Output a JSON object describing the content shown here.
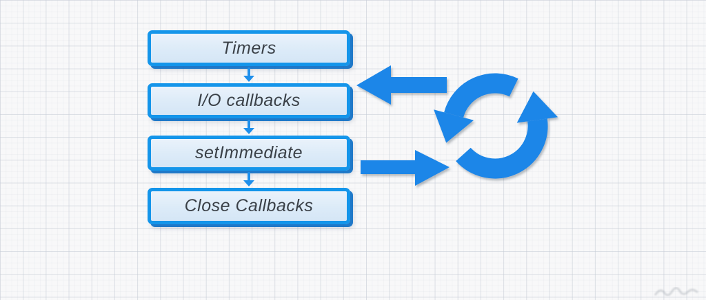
{
  "diagram": {
    "kind": "event-loop-flowchart",
    "boxes": [
      {
        "label": "Timers"
      },
      {
        "label": "I/O callbacks"
      },
      {
        "label": "setImmediate"
      },
      {
        "label": "Close Callbacks"
      }
    ],
    "icons": [
      {
        "name": "down-arrow-icon",
        "meaning": "flow from Timers to I/O callbacks"
      },
      {
        "name": "down-arrow-icon",
        "meaning": "flow from I/O callbacks to setImmediate"
      },
      {
        "name": "down-arrow-icon",
        "meaning": "flow from setImmediate to Close Callbacks"
      },
      {
        "name": "left-arrow-icon",
        "meaning": "flow from loop into I/O callbacks"
      },
      {
        "name": "right-arrow-icon",
        "meaning": "flow from setImmediate into loop"
      },
      {
        "name": "sync-loop-icon",
        "meaning": "event loop cycle"
      },
      {
        "name": "watermark-smudge",
        "meaning": "faint illegible signature watermark"
      }
    ],
    "colors": {
      "background": "#f8f8f9",
      "grid_line": "#bec4cf",
      "box_border": "#1495ea",
      "box_fill_top": "#eaf2fb",
      "box_fill_bottom": "#d5e6f6",
      "box_shadow": "#0f70c6",
      "arrow_blue": "#1b86e8",
      "text": "#3a4047"
    }
  }
}
